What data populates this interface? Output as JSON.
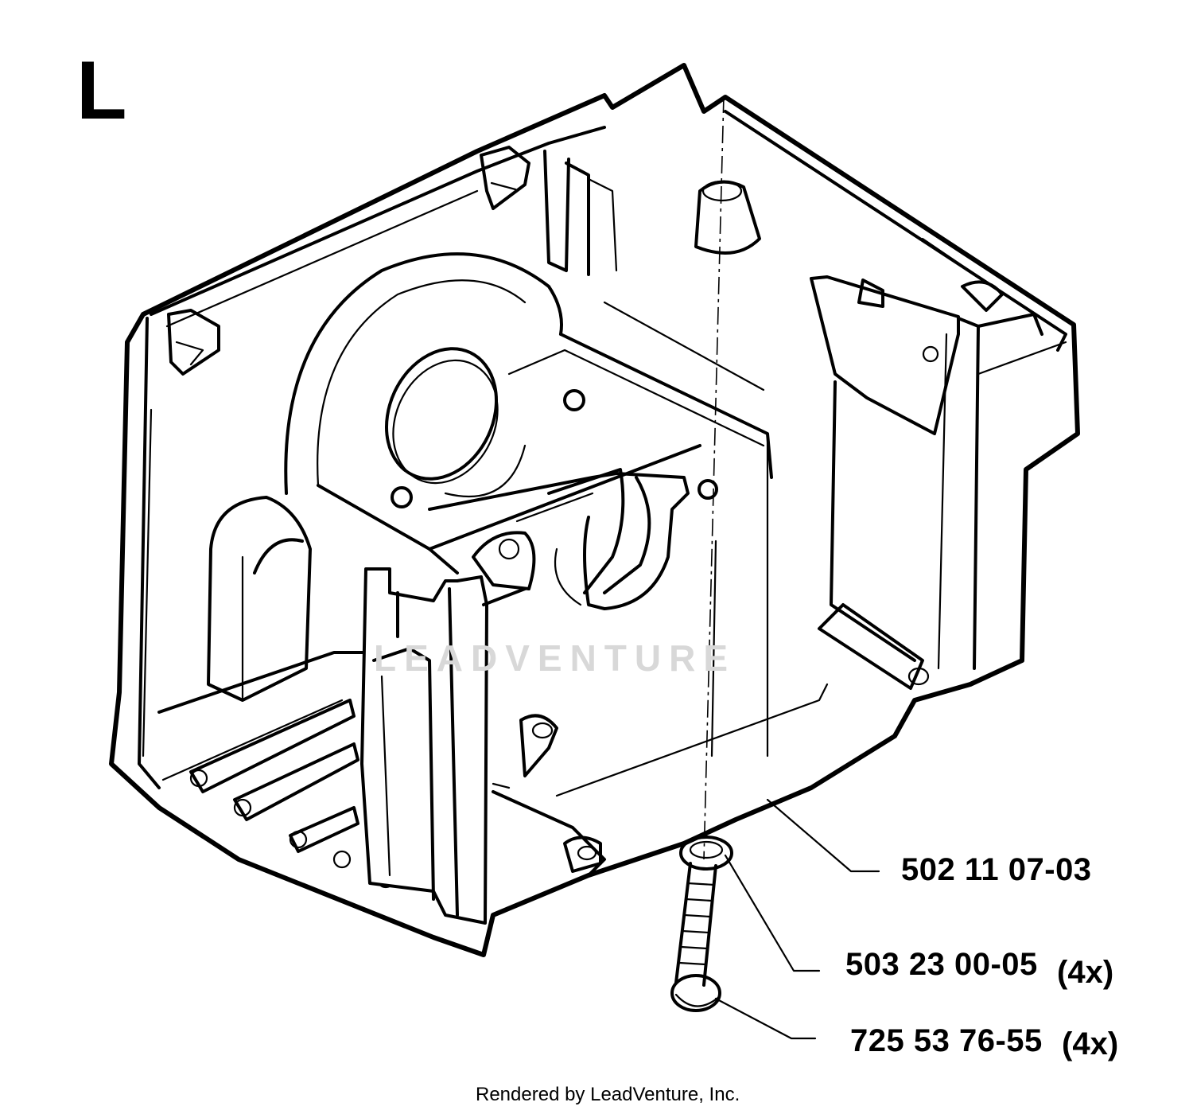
{
  "section_letter": "L",
  "watermark": "LEADVENTURE",
  "footer": "Rendered by LeadVenture, Inc.",
  "parts": [
    {
      "part_number": "502 11 07-03",
      "quantity": ""
    },
    {
      "part_number": "503 23 00-05",
      "quantity": "(4x)"
    },
    {
      "part_number": "725 53 76-55",
      "quantity": "(4x)"
    }
  ]
}
